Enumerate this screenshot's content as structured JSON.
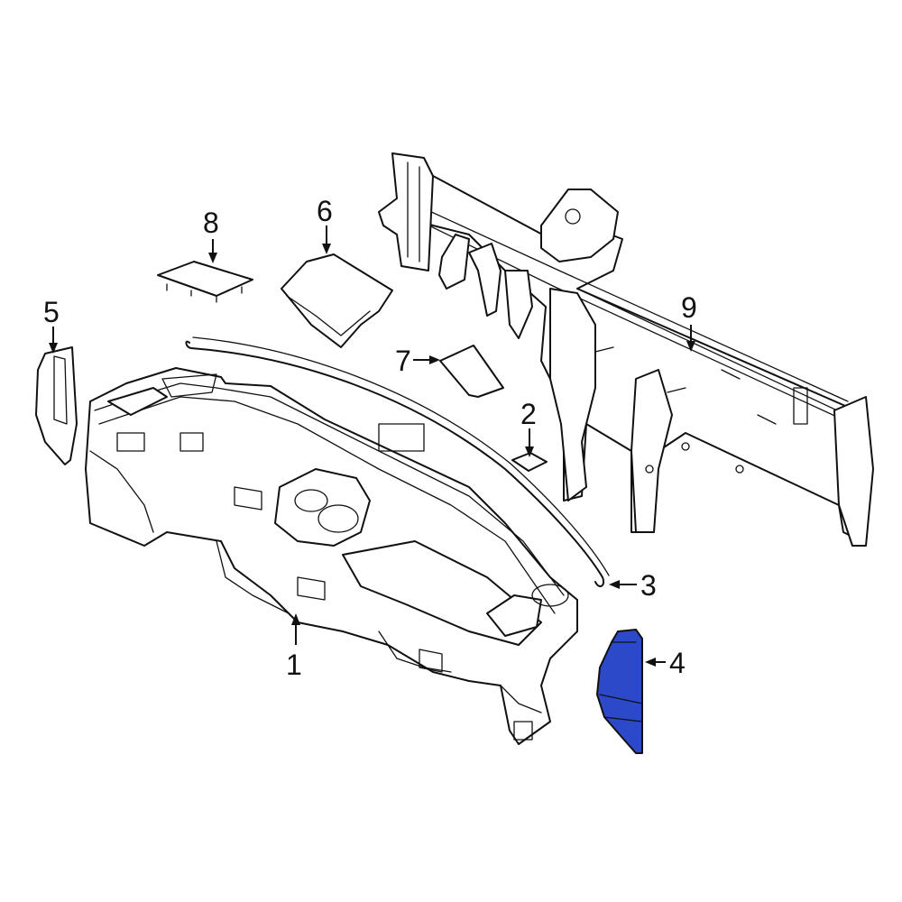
{
  "highlight_color": "#2b49c9",
  "callouts": {
    "c1": "1",
    "c2": "2",
    "c3": "3",
    "c4": "4",
    "c5": "5",
    "c6": "6",
    "c7": "7",
    "c8": "8",
    "c9": "9"
  }
}
